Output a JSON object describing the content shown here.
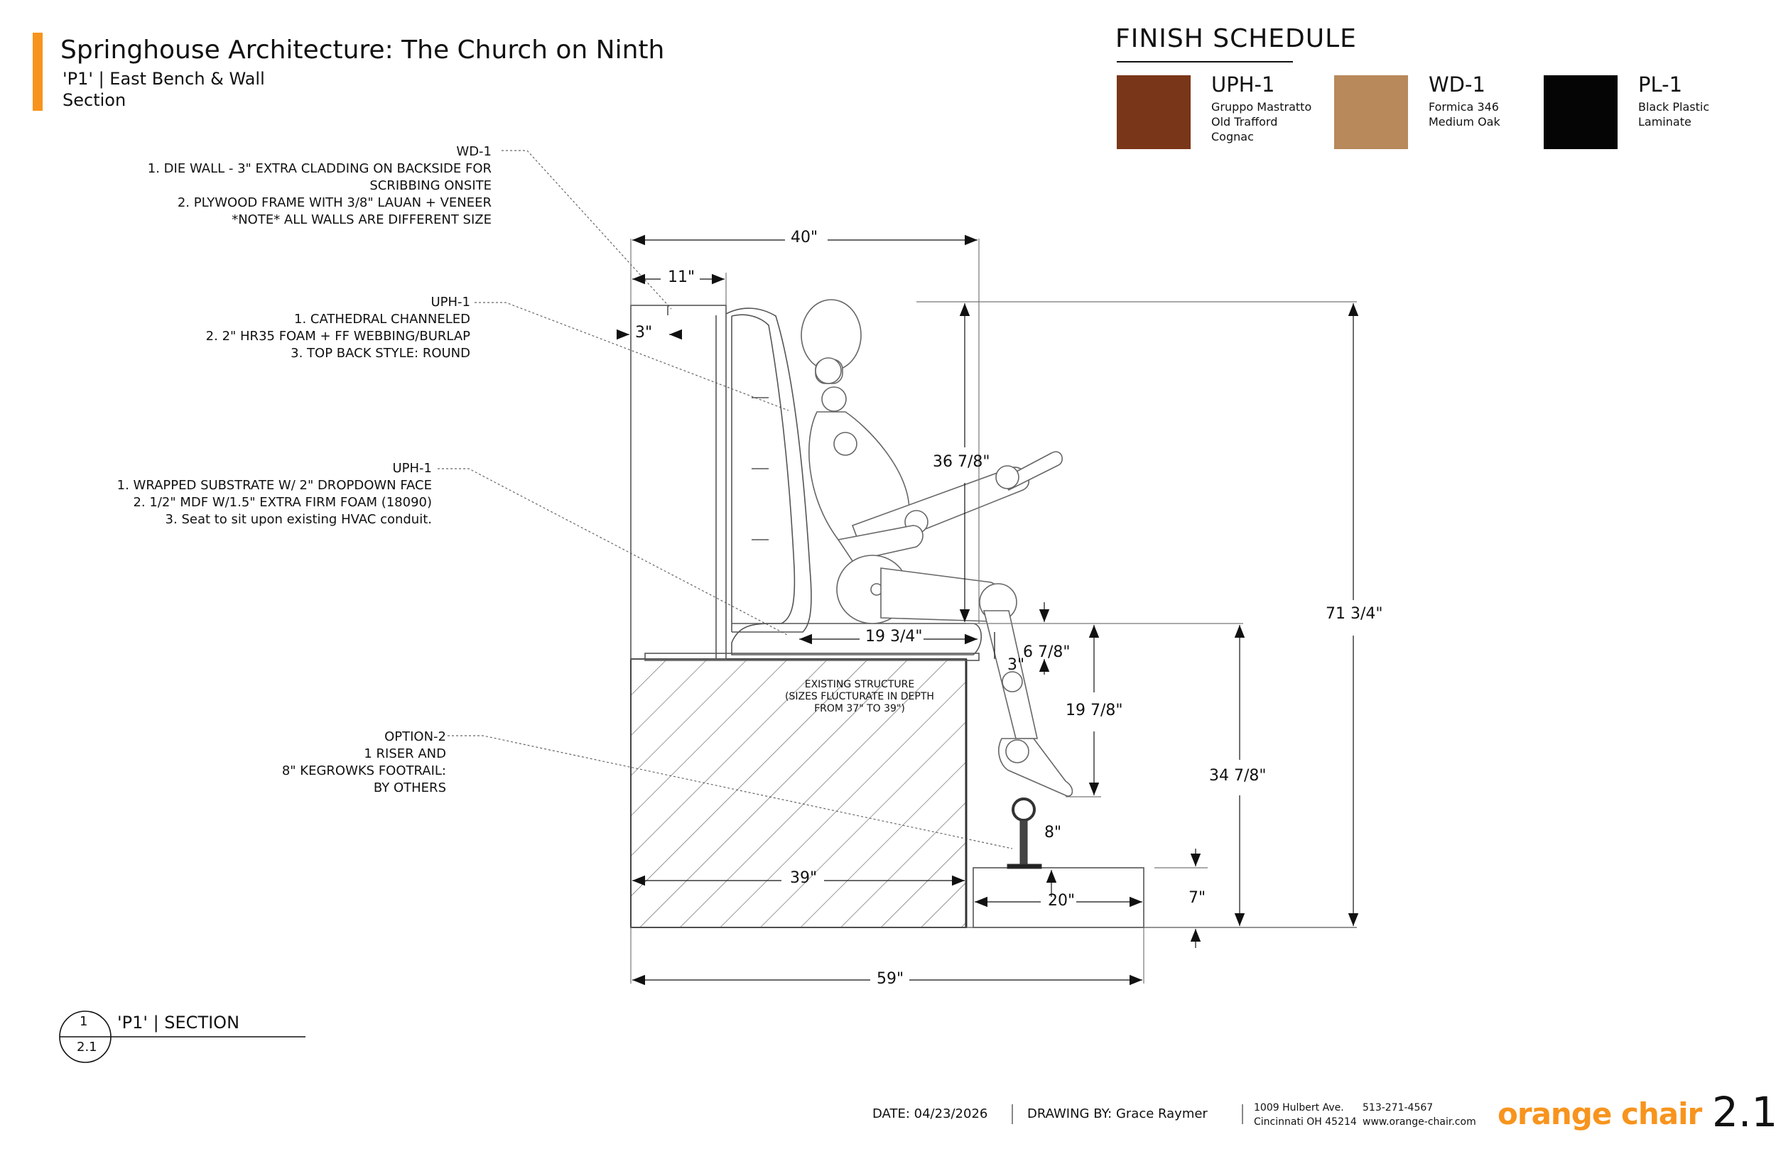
{
  "header": {
    "title": "Springhouse Architecture: The Church on Ninth",
    "subtitle_line1": "'P1' | East Bench & Wall",
    "subtitle_line2": "Section"
  },
  "finish_schedule": {
    "title": "FINISH SCHEDULE",
    "items": [
      {
        "code": "UPH-1",
        "desc": [
          "Gruppo Mastratto",
          "Old Trafford",
          "Cognac"
        ],
        "color": "#7a3618"
      },
      {
        "code": "WD-1",
        "desc": [
          "Formica 346",
          "Medium Oak"
        ],
        "color": "#b8895a"
      },
      {
        "code": "PL-1",
        "desc": [
          "Black Plastic",
          "Laminate"
        ],
        "color": "#050505"
      }
    ]
  },
  "notes": {
    "wd1": {
      "code": "WD-1",
      "lines": [
        "1. DIE WALL - 3\" EXTRA CLADDING ON BACKSIDE FOR",
        "SCRIBBING ONSITE",
        "2. PLYWOOD FRAME WITH 3/8\" LAUAN + VENEER",
        "*NOTE* ALL WALLS ARE DIFFERENT SIZE"
      ]
    },
    "uph1_back": {
      "code": "UPH-1",
      "lines": [
        "1. CATHEDRAL CHANNELED",
        "2. 2\" HR35 FOAM + FF WEBBING/BURLAP",
        "3. TOP BACK STYLE: ROUND"
      ]
    },
    "uph1_seat": {
      "code": "UPH-1",
      "lines": [
        "1. WRAPPED SUBSTRATE W/ 2\" DROPDOWN FACE",
        "2. 1/2\" MDF W/1.5\" EXTRA FIRM FOAM (18090)",
        "3. Seat to sit upon existing HVAC conduit."
      ]
    },
    "option2": {
      "lines": [
        "OPTION-2",
        "1 RISER AND",
        "8\" KEGROWKS FOOTRAIL:",
        "BY OTHERS"
      ]
    }
  },
  "dimensions": {
    "d40": "40\"",
    "d11": "11\"",
    "d3_top": "3\"",
    "d36_7_8": "36 7/8\"",
    "d19_3_4": "19 3/4\"",
    "d3_seat": "3\"",
    "d6_7_8": "6 7/8\"",
    "d19_7_8": "19 7/8\"",
    "d71_3_4": "71 3/4\"",
    "d34_7_8": "34 7/8\"",
    "d8": "8\"",
    "d39": "39\"",
    "d20": "20\"",
    "d7": "7\"",
    "d59": "59\""
  },
  "structure_label": [
    "EXISTING STRUCTURE",
    "(SIZES FLUCTURATE IN DEPTH",
    "FROM 37\" TO 39\")"
  ],
  "section_tag": {
    "number": "1",
    "sheet": "2.1",
    "label": "'P1' | SECTION"
  },
  "footer": {
    "date": "DATE: 04/23/2026",
    "drawn_by": "DRAWING BY: Grace Raymer",
    "address_line1": "1009 Hulbert Ave.",
    "address_line2": "Cincinnati OH 45214",
    "phone": "513-271-4567",
    "web": "www.orange-chair.com",
    "brand": "orange chair",
    "sheet_number": "2.1"
  }
}
